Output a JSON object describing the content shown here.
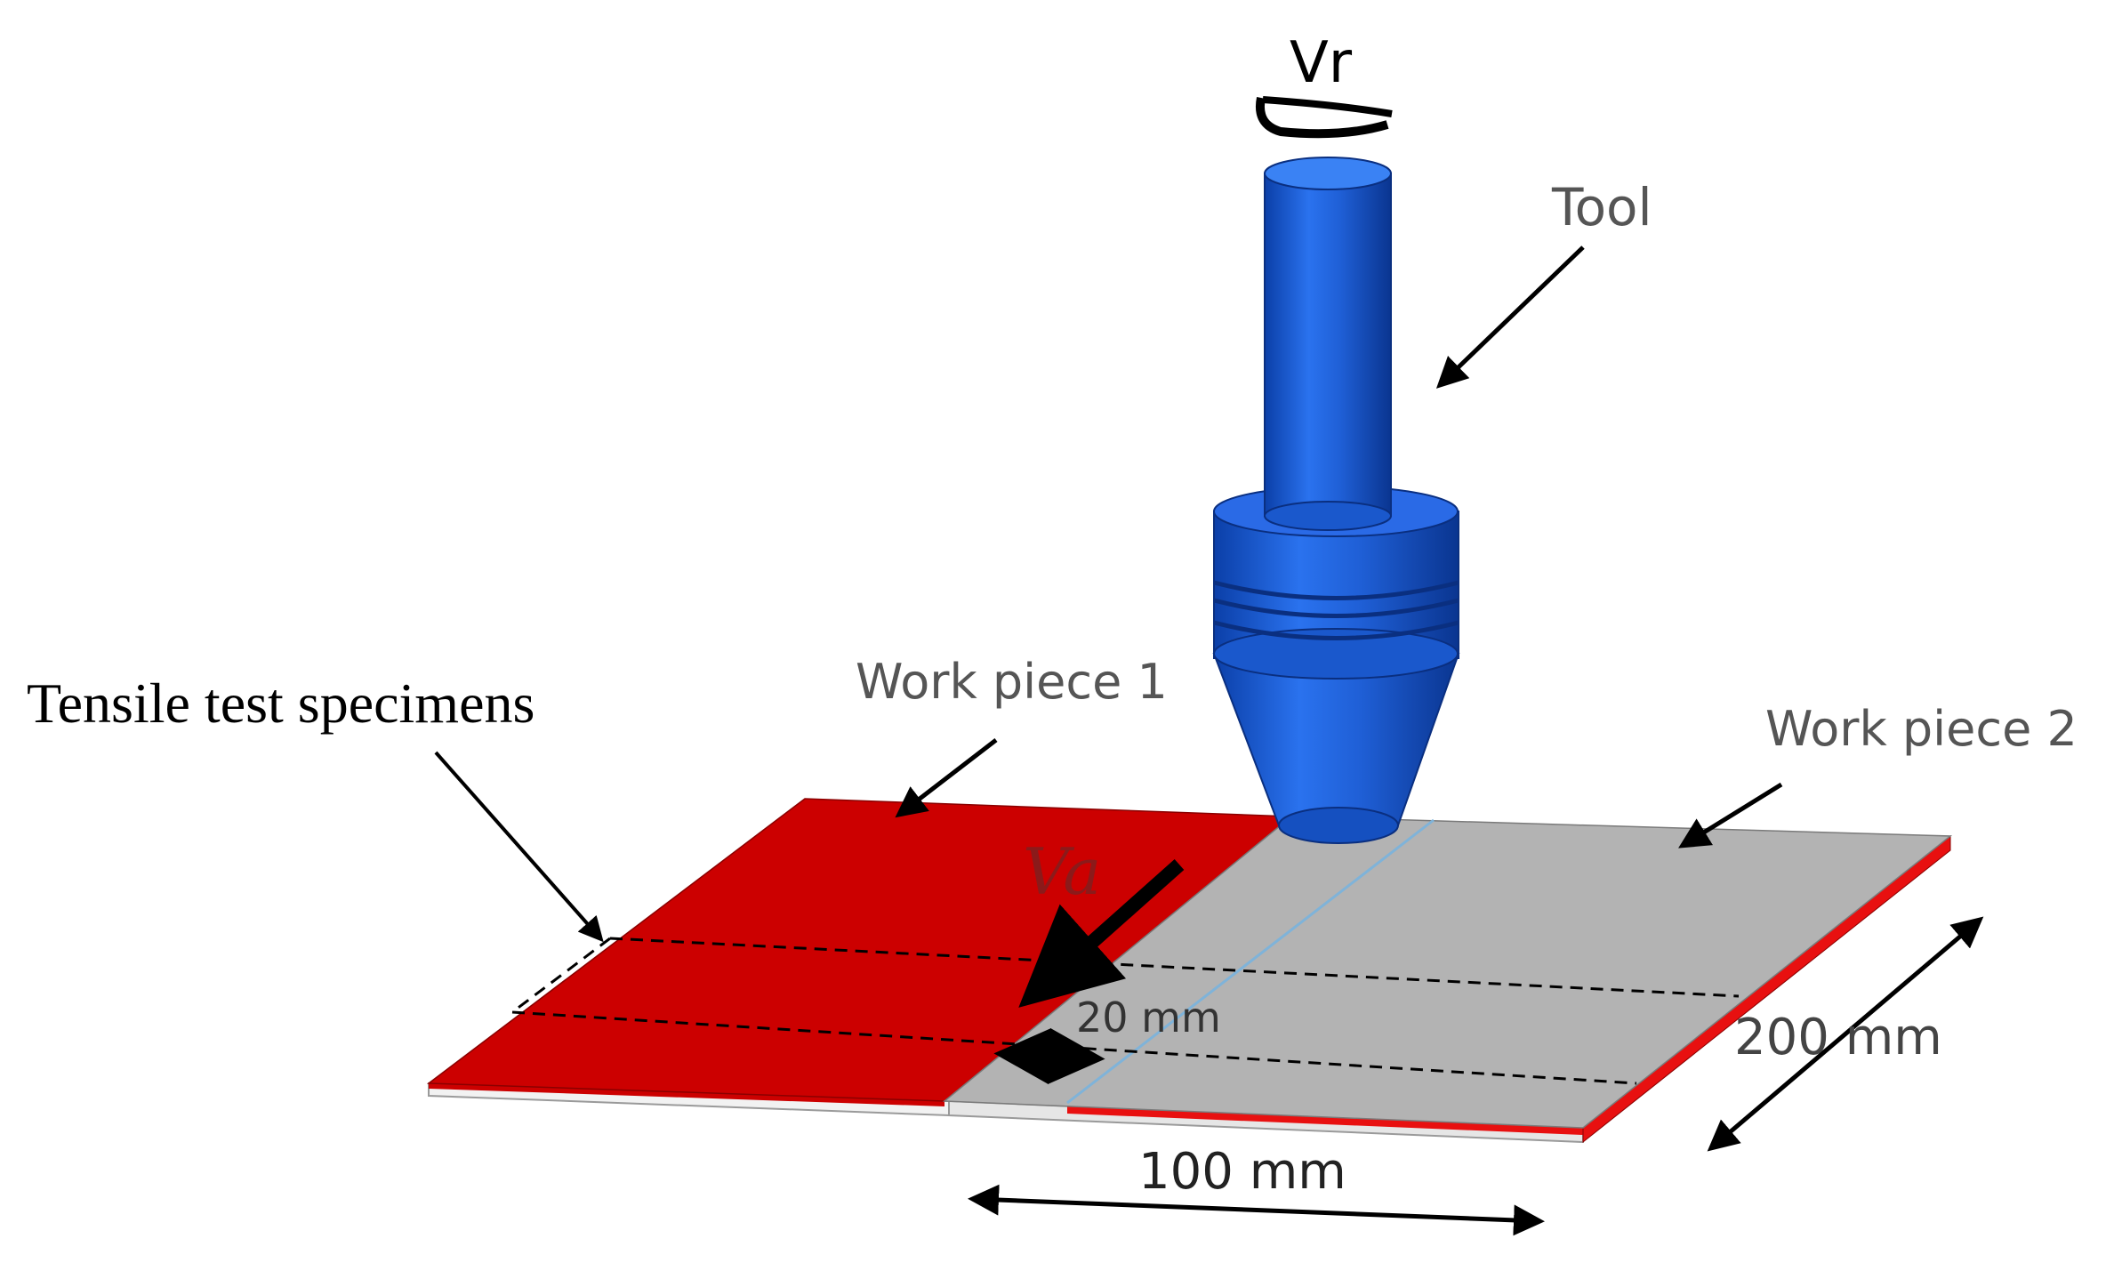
{
  "labels": {
    "rotation": "Vr",
    "tool": "Tool",
    "work_piece_1": "Work piece 1",
    "work_piece_2": "Work piece 2",
    "specimens": "Tensile test specimens",
    "advance": "Va",
    "dim_20": "20 mm",
    "dim_200": "200 mm",
    "dim_100": "100 mm"
  },
  "colors": {
    "work_piece_1": "#cc0000",
    "work_piece_2": "#b3b3b3",
    "tool": "#1f5fd6",
    "weld_line": "#7fb3d9"
  }
}
